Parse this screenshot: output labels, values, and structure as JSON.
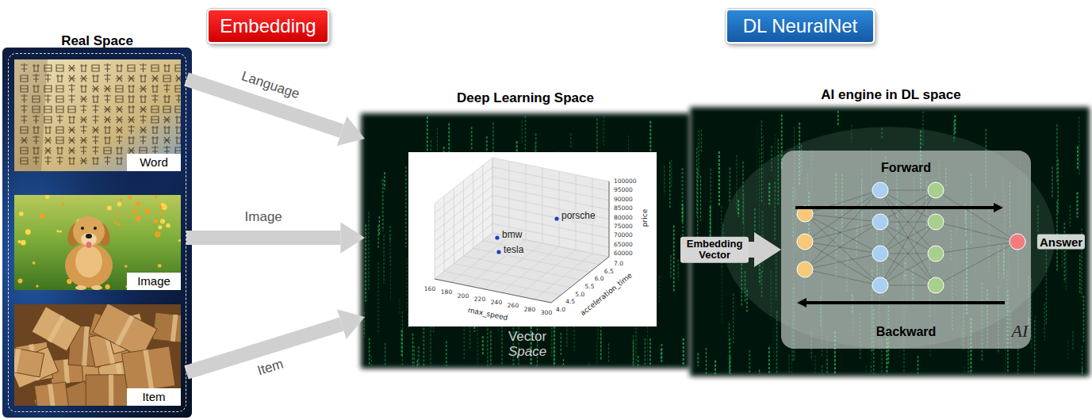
{
  "diagram": {
    "nodes": [
      {
        "text": [
          "Real Space"
        ]
      },
      {
        "text": [
          "Word"
        ],
        "in": 0
      },
      {
        "text": [
          "Image"
        ],
        "in": 0
      },
      {
        "text": [
          "Item"
        ],
        "in": 0
      },
      {
        "text": [
          "Embedding"
        ]
      },
      {
        "text": [
          "Deep Learning Space",
          "Vector Space"
        ]
      },
      {
        "text": [
          "DL NeuralNet"
        ]
      },
      {
        "text": [
          "AI engine in DL space"
        ]
      },
      {
        "text": [
          "Forward",
          "Backward"
        ],
        "in": 7
      }
    ],
    "edges": [
      {
        "from": 0,
        "to": 5,
        "arrow": "to",
        "label": "Language"
      },
      {
        "from": 0,
        "to": 5,
        "arrow": "to",
        "label": "Image"
      },
      {
        "from": 0,
        "to": 5,
        "arrow": "to",
        "label": "Item"
      },
      {
        "from": 5,
        "to": 8,
        "arrow": "to",
        "label": "Embedding Vector"
      }
    ],
    "labels": [
      "bmw",
      "tesla",
      "porsche",
      "100000",
      "95000",
      "90000",
      "85000",
      "80000",
      "75000",
      "70000",
      "65000",
      "60000",
      "price",
      "160",
      "180",
      "200",
      "220",
      "240",
      "260",
      "280",
      "300",
      "max_speed",
      "4.0",
      "4.5",
      "5.0",
      "5.5",
      "6.0",
      "6.5",
      "7.0",
      "acceleration_time",
      "Answer",
      "AI"
    ]
  }
}
